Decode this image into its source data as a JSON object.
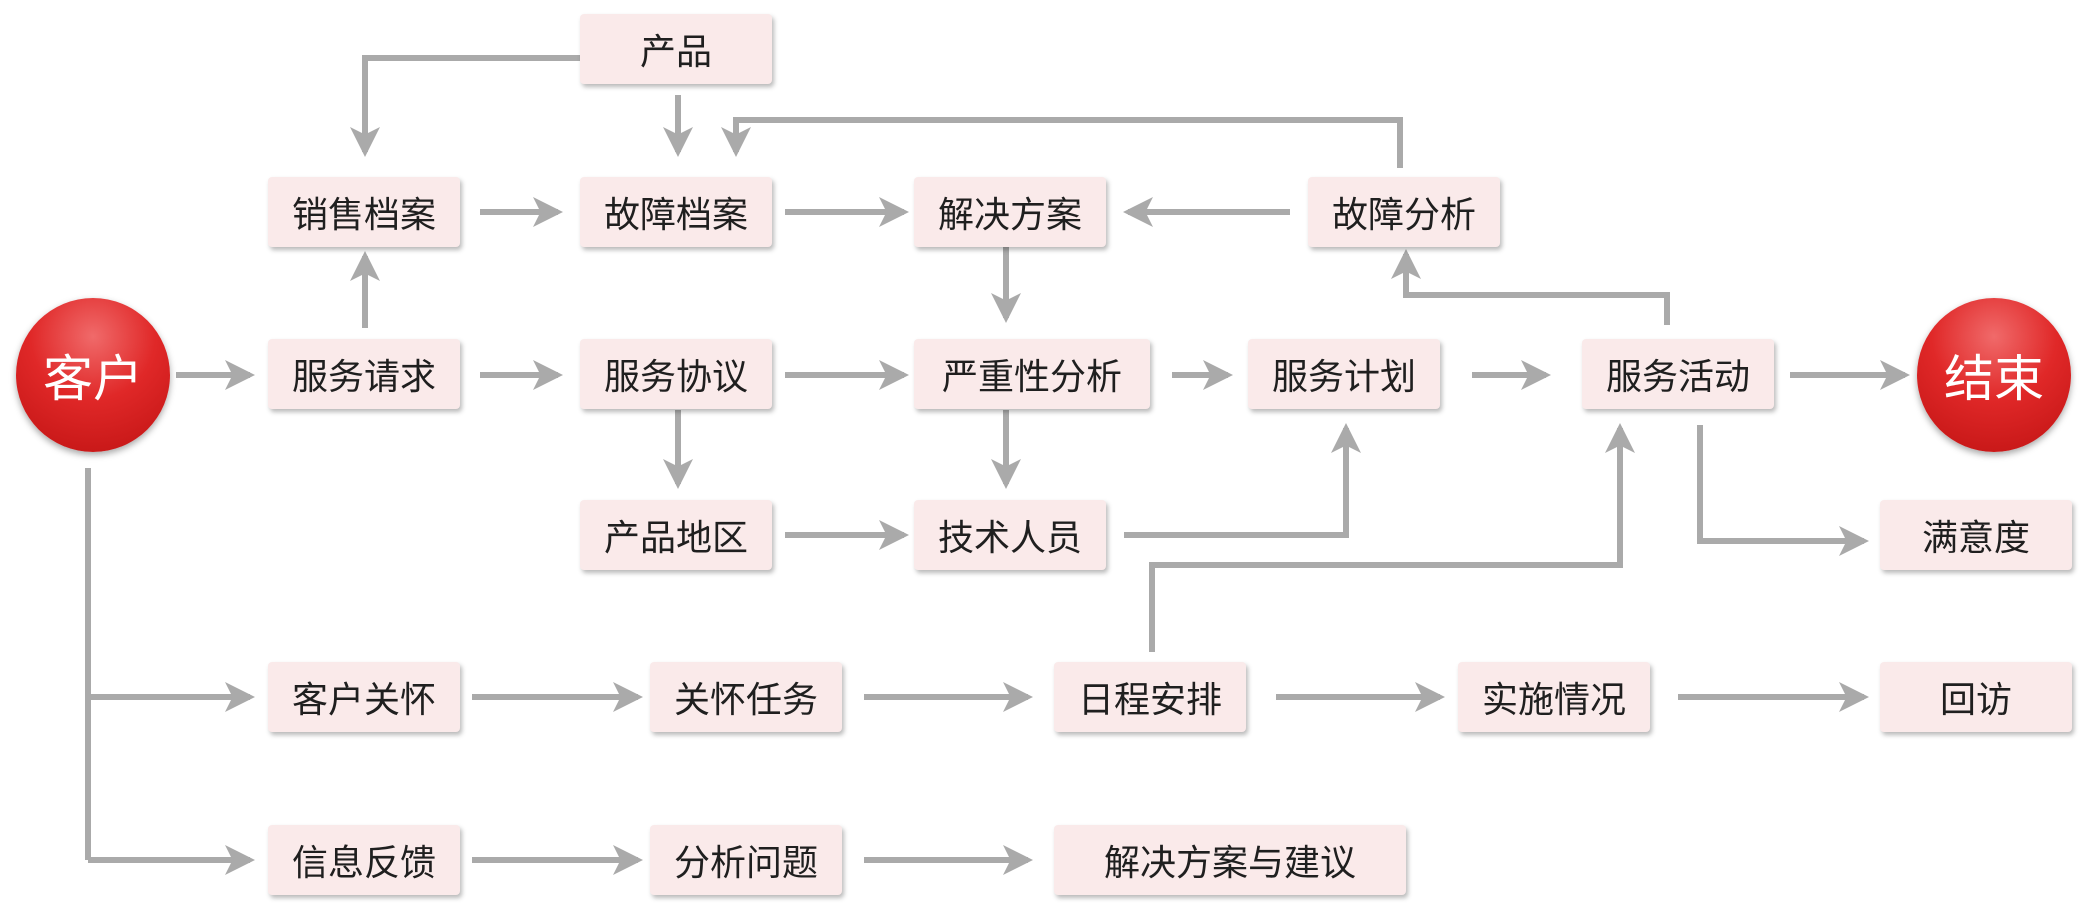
{
  "colors": {
    "box": "#faeaea",
    "arrow": "#aaaaaa",
    "circle": "#d92020"
  },
  "circles": {
    "start": "客户",
    "end": "结束"
  },
  "nodes": {
    "product": "产品",
    "sales_file": "销售档案",
    "fault_file": "故障档案",
    "solution": "解决方案",
    "fault_analysis": "故障分析",
    "service_request": "服务请求",
    "service_agreement": "服务协议",
    "severity_analysis": "严重性分析",
    "service_plan": "服务计划",
    "service_activity": "服务活动",
    "product_region": "产品地区",
    "technician": "技术人员",
    "satisfaction": "满意度",
    "customer_care": "客户关怀",
    "care_task": "关怀任务",
    "schedule": "日程安排",
    "implementation": "实施情况",
    "revisit": "回访",
    "feedback": "信息反馈",
    "analyze_issue": "分析问题",
    "solution_suggestion": "解决方案与建议"
  }
}
